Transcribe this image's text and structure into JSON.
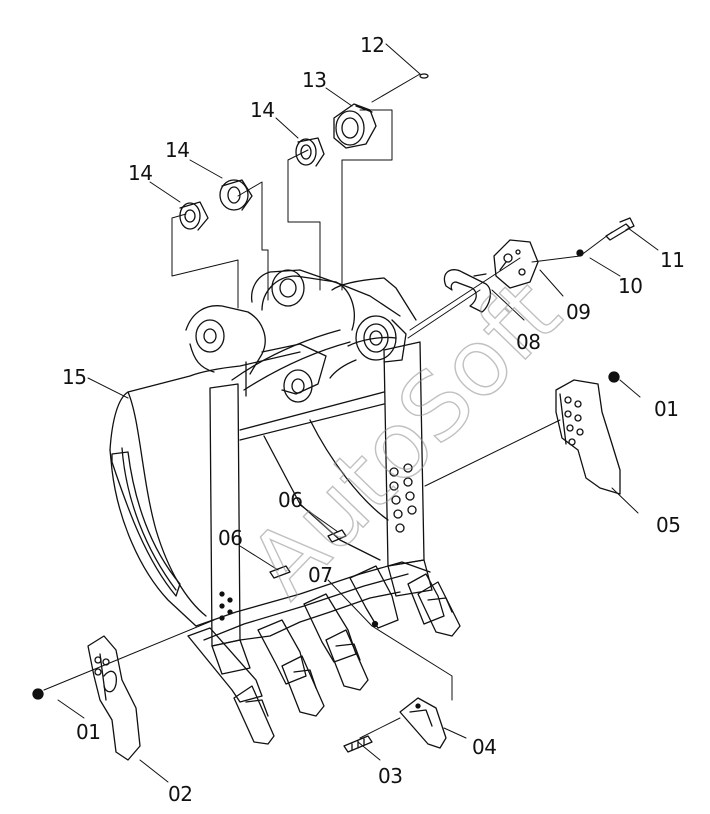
{
  "watermark": "AutoSoft",
  "callouts": {
    "c12": "12",
    "c13": "13",
    "c14a": "14",
    "c14b": "14",
    "c14c": "14",
    "c11": "11",
    "c10": "10",
    "c09": "09",
    "c08": "08",
    "c15": "15",
    "c01a": "01",
    "c05": "05",
    "c06a": "06",
    "c06b": "06",
    "c07": "07",
    "c01b": "01",
    "c02": "02",
    "c04": "04",
    "c03": "03"
  }
}
